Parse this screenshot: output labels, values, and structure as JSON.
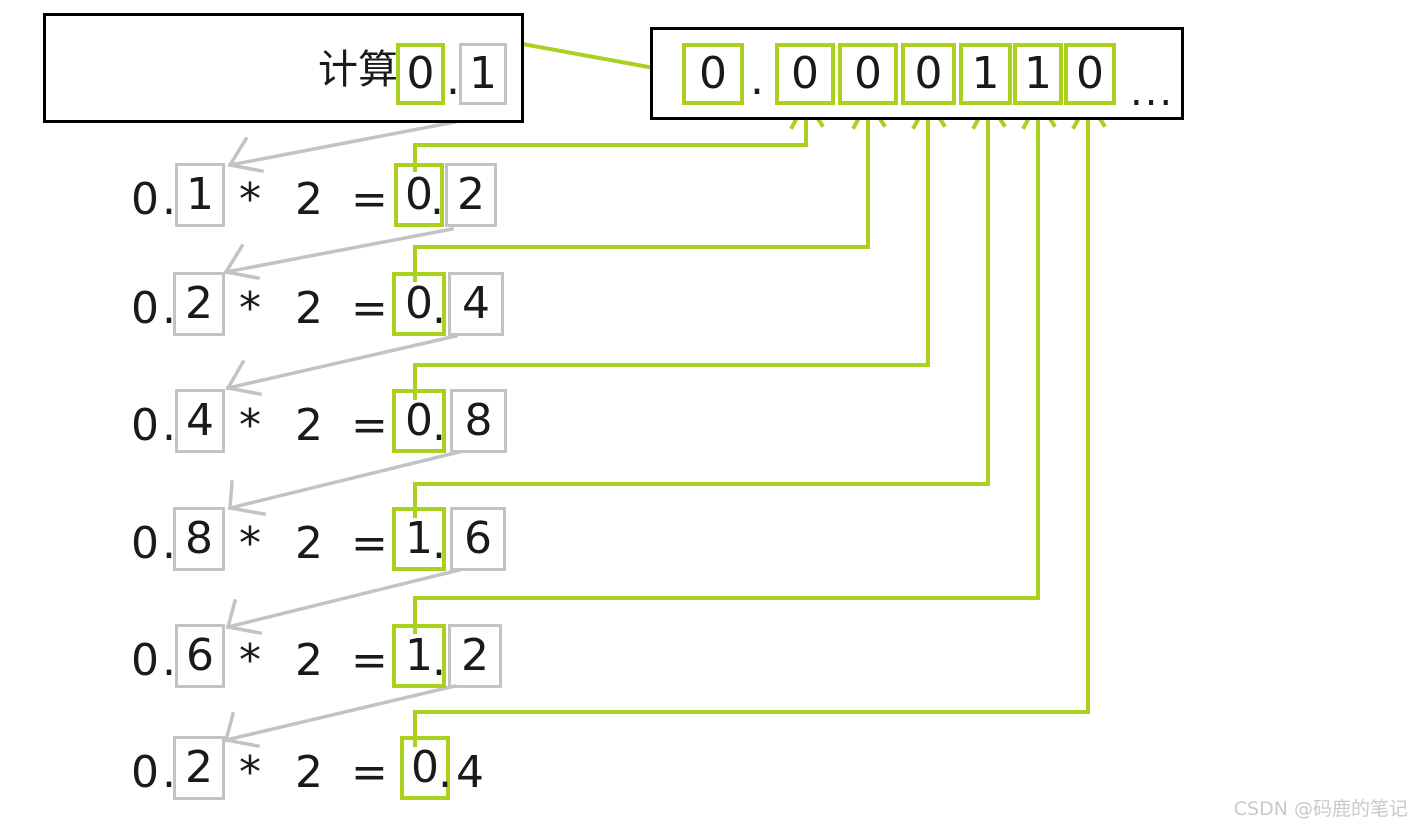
{
  "diagram": {
    "title_text": "计算",
    "colors": {
      "highlight_green": "#aad11e",
      "box_gray": "#c3c3c3",
      "frame_black": "#000000",
      "text": "#1a1a1a",
      "watermark": "#c9c9c9"
    }
  },
  "source_panel": {
    "label": "计算",
    "integer_digit": "0",
    "separator": ".",
    "fraction_digit": "1"
  },
  "binary_panel": {
    "leading_digit": "0",
    "separator": ".",
    "fraction_digits": [
      "0",
      "0",
      "0",
      "1",
      "1",
      "0"
    ],
    "ellipsis": "..."
  },
  "rows": [
    {
      "prefix": "0",
      "dot": ".",
      "operand": "1",
      "operator": "*",
      "multiplier": "2",
      "equals": "=",
      "result_integer": "0",
      "result_dot": ".",
      "result_fraction": "2",
      "fraction_boxed": true
    },
    {
      "prefix": "0",
      "dot": ".",
      "operand": "2",
      "operator": "*",
      "multiplier": "2",
      "equals": "=",
      "result_integer": "0",
      "result_dot": ".",
      "result_fraction": "4",
      "fraction_boxed": true
    },
    {
      "prefix": "0",
      "dot": ".",
      "operand": "4",
      "operator": "*",
      "multiplier": "2",
      "equals": "=",
      "result_integer": "0",
      "result_dot": ".",
      "result_fraction": "8",
      "fraction_boxed": true
    },
    {
      "prefix": "0",
      "dot": ".",
      "operand": "8",
      "operator": "*",
      "multiplier": "2",
      "equals": "=",
      "result_integer": "1",
      "result_dot": ".",
      "result_fraction": "6",
      "fraction_boxed": true
    },
    {
      "prefix": "0",
      "dot": ".",
      "operand": "6",
      "operator": "*",
      "multiplier": "2",
      "equals": "=",
      "result_integer": "1",
      "result_dot": ".",
      "result_fraction": "2",
      "fraction_boxed": true
    },
    {
      "prefix": "0",
      "dot": ".",
      "operand": "2",
      "operator": "*",
      "multiplier": "2",
      "equals": "=",
      "result_integer": "0",
      "result_dot": ".",
      "result_fraction": "4",
      "fraction_boxed": false
    }
  ],
  "watermark": {
    "text": "CSDN @码鹿的笔记"
  }
}
